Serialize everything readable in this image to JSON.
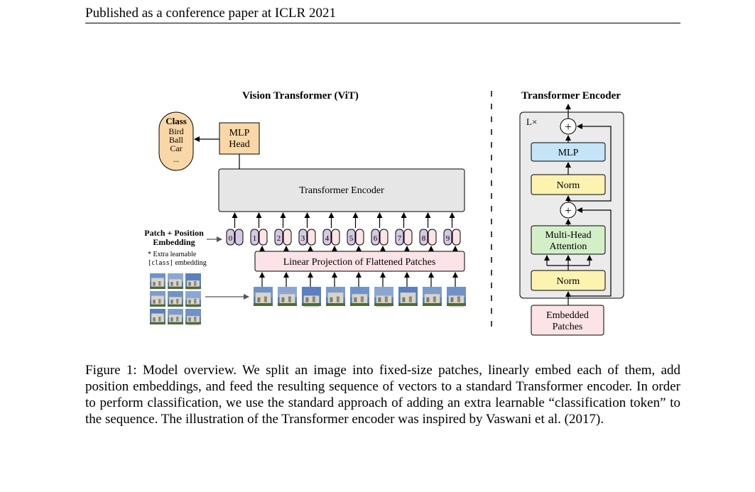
{
  "running_header": "Published as a conference paper at ICLR 2021",
  "figure": {
    "vit": {
      "title": "Vision Transformer (ViT)",
      "class_box_title": "Class",
      "class_items": [
        "Bird",
        "Ball",
        "Car",
        "..."
      ],
      "mlp_head": [
        "MLP",
        "Head"
      ],
      "transformer_encoder": "Transformer Encoder",
      "patch_position_embedding": [
        "Patch + Position",
        "Embedding"
      ],
      "extra_learnable_note": "* Extra learnable",
      "class_embedding_code": "[class]",
      "class_embedding_word": " embedding",
      "position_indices": [
        "0*",
        "1",
        "2",
        "3",
        "4",
        "5",
        "6",
        "7",
        "8",
        "9"
      ],
      "linear_projection": "Linear Projection of Flattened Patches"
    },
    "encoder": {
      "title": "Transformer Encoder",
      "repeat": "L×",
      "mlp": "MLP",
      "norm_top": "Norm",
      "plus": "+",
      "attention": [
        "Multi-Head",
        "Attention"
      ],
      "norm_bottom": "Norm",
      "embedded_patches": [
        "Embedded",
        "Patches"
      ]
    },
    "colors": {
      "class_box": "#fad7a7",
      "mlp_head": "#fad7a7",
      "encoder_block": "#e6e6e6",
      "linear_projection": "#fbe3e6",
      "position_token": "#d6c8e2",
      "patch_token": "#fbe3e6",
      "mlp": "#c6e4f7",
      "norm": "#fdf2b0",
      "attention": "#d3efc8",
      "encoder_panel": "#ebebeb"
    }
  },
  "caption": "Figure 1: Model overview. We split an image into fixed-size patches, linearly embed each of them, add position embeddings, and feed the resulting sequence of vectors to a standard Transformer encoder. In order to perform classification, we use the standard approach of adding an extra learnable “classification token” to the sequence. The illustration of the Transformer encoder was inspired by Vaswani et al. (2017)."
}
